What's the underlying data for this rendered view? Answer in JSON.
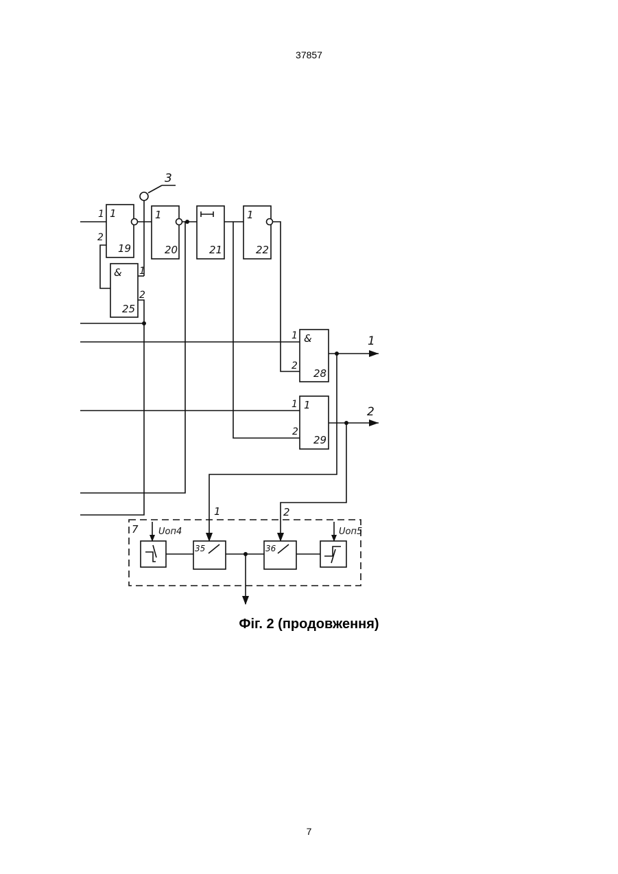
{
  "header": {
    "document_number": "37857"
  },
  "caption": {
    "text": "Фіг. 2 (продовження)"
  },
  "footer": {
    "page_number": "7"
  },
  "diagram": {
    "terminal_label": "3",
    "blocks": {
      "b19": {
        "symbol": "1",
        "number": "19"
      },
      "b20": {
        "symbol": "1",
        "number": "20"
      },
      "b21": {
        "symbol": "⊢⊣",
        "number": "21"
      },
      "b22": {
        "symbol": "1",
        "number": "22"
      },
      "b25": {
        "symbol": "&",
        "number": "25"
      },
      "b28": {
        "symbol": "&",
        "number": "28"
      },
      "b29": {
        "symbol": "1",
        "number": "29"
      },
      "b35": {
        "number": "35"
      },
      "b36": {
        "number": "36"
      }
    },
    "pin_labels": {
      "b19_in1": "1",
      "b19_in2": "2",
      "b25_in1": "1",
      "b25_in2": "2",
      "b28_in1": "1",
      "b28_in2": "2",
      "b29_in1": "1",
      "b29_in2": "2"
    },
    "outputs": {
      "out1": "1",
      "out2": "2"
    },
    "unit7": {
      "label": "7",
      "uref4": "Uоп4",
      "uref5": "Uоп5",
      "in1": "1",
      "in2": "2"
    }
  }
}
